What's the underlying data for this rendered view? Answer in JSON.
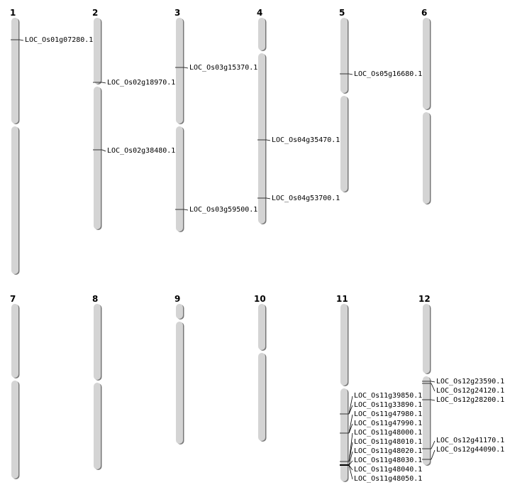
{
  "chromosomes": [
    {
      "name": "1",
      "genes": [
        "LOC_Os01g07280.1"
      ]
    },
    {
      "name": "2",
      "genes": [
        "LOC_Os02g18970.1",
        "LOC_Os02g38480.1"
      ]
    },
    {
      "name": "3",
      "genes": [
        "LOC_Os03g15370.1",
        "LOC_Os03g59500.1"
      ]
    },
    {
      "name": "4",
      "genes": [
        "LOC_Os04g35470.1",
        "LOC_Os04g53700.1"
      ]
    },
    {
      "name": "5",
      "genes": [
        "LOC_Os05g16680.1"
      ]
    },
    {
      "name": "6",
      "genes": []
    },
    {
      "name": "7",
      "genes": []
    },
    {
      "name": "8",
      "genes": []
    },
    {
      "name": "9",
      "genes": []
    },
    {
      "name": "10",
      "genes": []
    },
    {
      "name": "11",
      "genes": [
        "LOC_Os11g39850.1",
        "LOC_Os11g33890.1",
        "LOC_Os11g47980.1",
        "LOC_Os11g47990.1",
        "LOC_Os11g48000.1",
        "LOC_Os11g48010.1",
        "LOC_Os11g48020.1",
        "LOC_Os11g48030.1",
        "LOC_Os11g48040.1",
        "LOC_Os11g48050.1"
      ]
    },
    {
      "name": "12",
      "genes": [
        "LOC_Os12g23590.1",
        "LOC_Os12g24120.1",
        "LOC_Os12g28200.1",
        "LOC_Os12g41170.1",
        "LOC_Os12g44090.1"
      ]
    }
  ],
  "colors": {
    "chromosome": "#d4d4d4",
    "shadow": "#777777",
    "marker": "#333333"
  }
}
